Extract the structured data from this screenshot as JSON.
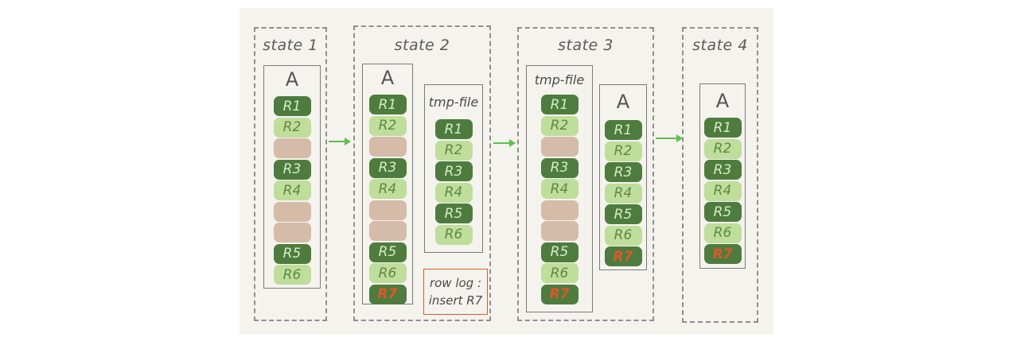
{
  "states": [
    {
      "title": "state 1",
      "tables": [
        {
          "name": "A",
          "kind": "main",
          "rows": [
            {
              "label": "R1",
              "style": "dark"
            },
            {
              "label": "R2",
              "style": "light"
            },
            {
              "label": "",
              "style": "empty"
            },
            {
              "label": "R3",
              "style": "dark"
            },
            {
              "label": "R4",
              "style": "light"
            },
            {
              "label": "",
              "style": "empty"
            },
            {
              "label": "",
              "style": "empty"
            },
            {
              "label": "R5",
              "style": "dark"
            },
            {
              "label": "R6",
              "style": "light"
            }
          ]
        }
      ]
    },
    {
      "title": "state 2",
      "tables": [
        {
          "name": "A",
          "kind": "main",
          "rows": [
            {
              "label": "R1",
              "style": "dark"
            },
            {
              "label": "R2",
              "style": "light"
            },
            {
              "label": "",
              "style": "empty"
            },
            {
              "label": "R3",
              "style": "dark"
            },
            {
              "label": "R4",
              "style": "light"
            },
            {
              "label": "",
              "style": "empty"
            },
            {
              "label": "",
              "style": "empty"
            },
            {
              "label": "R5",
              "style": "dark"
            },
            {
              "label": "R6",
              "style": "light"
            },
            {
              "label": "R7",
              "style": "new"
            }
          ]
        },
        {
          "name": "tmp-file",
          "kind": "tmp",
          "rows": [
            {
              "label": "R1",
              "style": "dark"
            },
            {
              "label": "R2",
              "style": "light"
            },
            {
              "label": "R3",
              "style": "dark"
            },
            {
              "label": "R4",
              "style": "light"
            },
            {
              "label": "R5",
              "style": "dark"
            },
            {
              "label": "R6",
              "style": "light"
            }
          ]
        }
      ],
      "row_log": {
        "line1": "row log :",
        "line2": "insert R7"
      }
    },
    {
      "title": "state 3",
      "tables": [
        {
          "name": "tmp-file",
          "kind": "tmp",
          "rows": [
            {
              "label": "R1",
              "style": "dark"
            },
            {
              "label": "R2",
              "style": "light"
            },
            {
              "label": "",
              "style": "empty"
            },
            {
              "label": "R3",
              "style": "dark"
            },
            {
              "label": "R4",
              "style": "light"
            },
            {
              "label": "",
              "style": "empty"
            },
            {
              "label": "",
              "style": "empty"
            },
            {
              "label": "R5",
              "style": "dark"
            },
            {
              "label": "R6",
              "style": "light"
            },
            {
              "label": "R7",
              "style": "new"
            }
          ]
        },
        {
          "name": "A",
          "kind": "main",
          "rows": [
            {
              "label": "R1",
              "style": "dark"
            },
            {
              "label": "R2",
              "style": "light"
            },
            {
              "label": "R3",
              "style": "dark"
            },
            {
              "label": "R4",
              "style": "light"
            },
            {
              "label": "R5",
              "style": "dark"
            },
            {
              "label": "R6",
              "style": "light"
            },
            {
              "label": "R7",
              "style": "new"
            }
          ]
        }
      ]
    },
    {
      "title": "state 4",
      "tables": [
        {
          "name": "A",
          "kind": "main",
          "rows": [
            {
              "label": "R1",
              "style": "dark"
            },
            {
              "label": "R2",
              "style": "light"
            },
            {
              "label": "R3",
              "style": "dark"
            },
            {
              "label": "R4",
              "style": "light"
            },
            {
              "label": "R5",
              "style": "dark"
            },
            {
              "label": "R6",
              "style": "light"
            },
            {
              "label": "R7",
              "style": "new"
            }
          ]
        }
      ]
    }
  ],
  "colors": {
    "row_dark": "#4e7c3e",
    "row_light": "#bfdd9b",
    "row_empty": "#d5bca8",
    "new_row_text": "#e0562a",
    "arrow": "#5cc04c",
    "row_log_border": "#d85a2e"
  }
}
